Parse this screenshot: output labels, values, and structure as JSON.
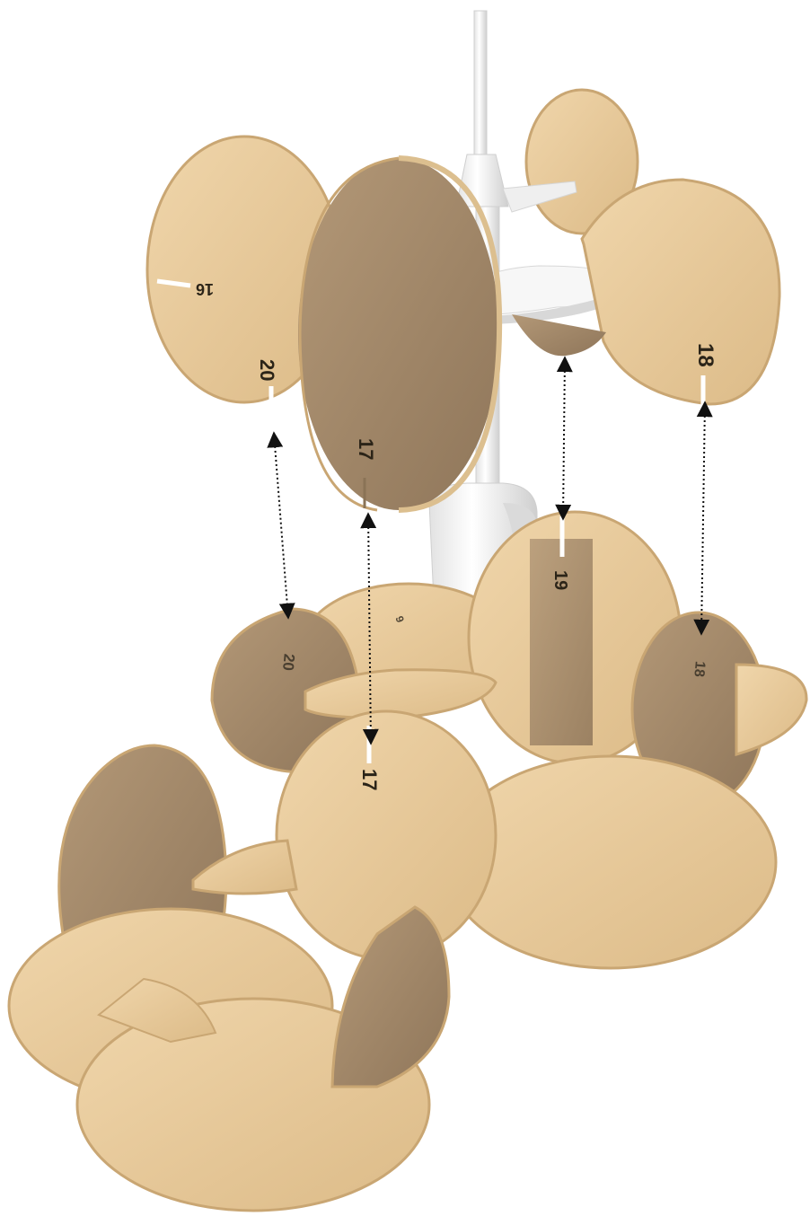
{
  "labels": {
    "l16": "16",
    "l20_top": "20",
    "l17_top": "17",
    "l18_top": "18",
    "l19": "19",
    "l20_bottom": "20",
    "l17_bottom": "17",
    "l18_bottom": "18",
    "l9": "9"
  },
  "colors": {
    "wood_face": "#e8cca0",
    "wood_dark": "#a38a6a",
    "wood_edge": "#c9a673",
    "fixture": "#f4f4f4",
    "fixture_shade": "#d9d9d9",
    "arrow": "#111111"
  }
}
